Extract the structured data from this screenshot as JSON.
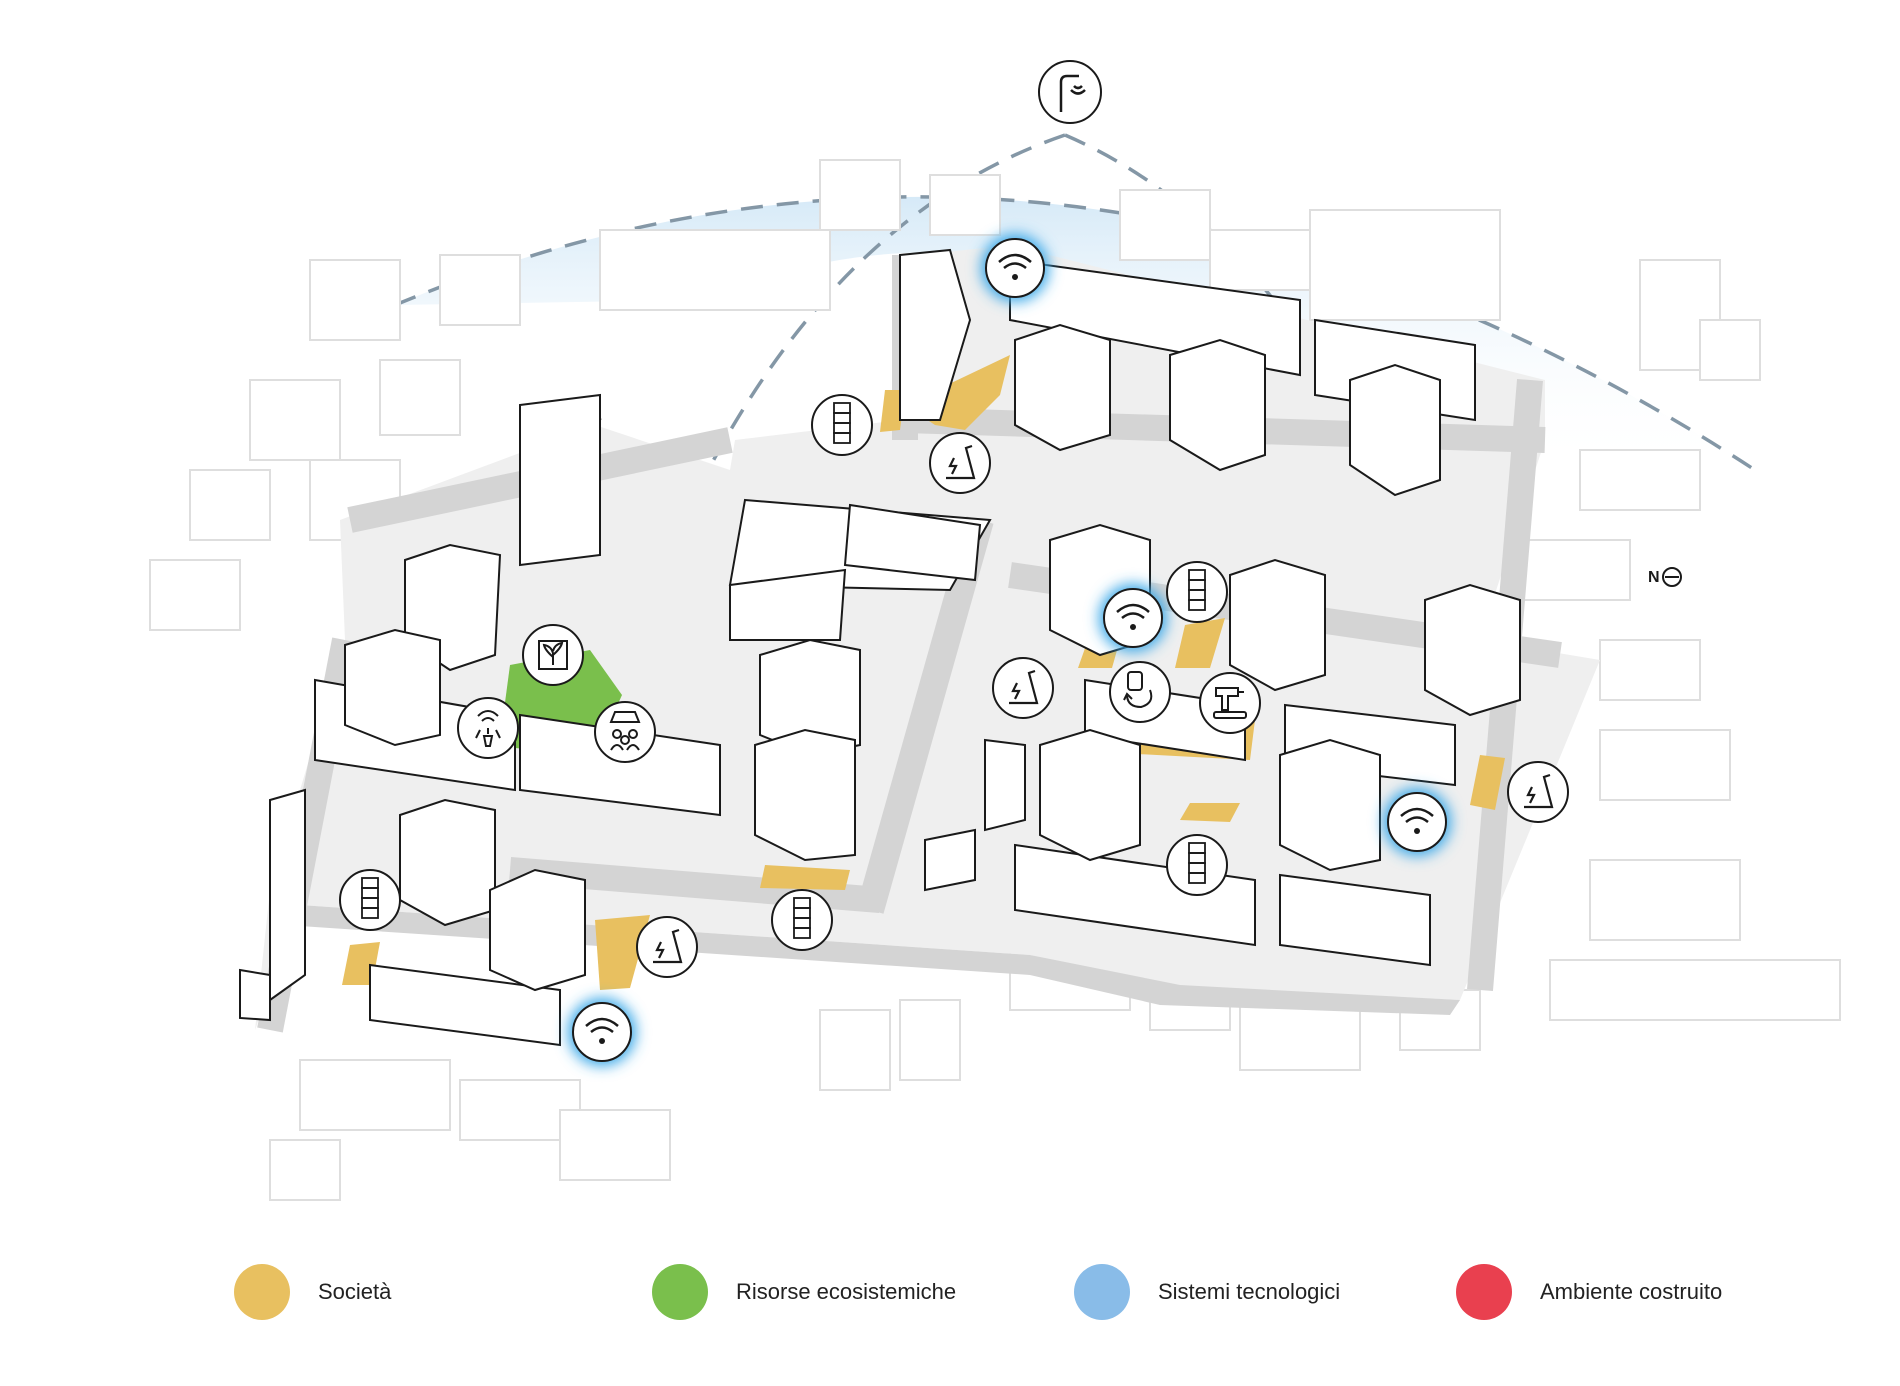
{
  "colors": {
    "societa": "#e8c060",
    "risorse": "#7abf4c",
    "sistemi": "#89bce8",
    "ambiente": "#e9404f",
    "ghost": "#d9d9d9",
    "road": "#d4d4d4",
    "arc": "#8497a6",
    "glow": "#3aa8e8"
  },
  "icons": {
    "antenna": "antenna-icon",
    "wifi": "wifi-icon",
    "hopscotch": "hopscotch-icon",
    "fitness_station": "fitness-station-icon",
    "garden": "urban-garden-icon",
    "sprinkler": "smart-irrigation-icon",
    "community": "community-icon",
    "water_reuse": "water-reuse-icon",
    "tools": "tool-sharing-icon",
    "north_arrow": "north-arrow-icon"
  },
  "north_label": "N",
  "legend": [
    {
      "label": "Società",
      "color": "#e8c060"
    },
    {
      "label": "Risorse ecosistemiche",
      "color": "#7abf4c"
    },
    {
      "label": "Sistemi tecnologici",
      "color": "#89bce8"
    },
    {
      "label": "Ambiente costruito",
      "color": "#e9404f"
    }
  ]
}
